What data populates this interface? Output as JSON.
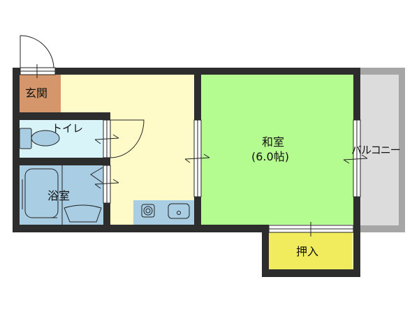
{
  "floorplan": {
    "rooms": {
      "genkan": {
        "label": "玄関",
        "color": "#d4966a"
      },
      "toilet": {
        "label": "トイレ",
        "color": "#d9f4f8"
      },
      "bath": {
        "label": "浴室",
        "color": "#a9cde3"
      },
      "kitchen": {
        "label": "",
        "color": "#fffbc8"
      },
      "washitsu": {
        "label": "和室",
        "size": "(6.0帖)",
        "color": "#b5fc90"
      },
      "oshiire": {
        "label": "押入",
        "color": "#f0ec5e"
      },
      "balcony": {
        "label": "バルコニー",
        "color": "#dcdcdc",
        "border_color": "#a6a6a6"
      }
    },
    "wall_color": "#2d2d2d",
    "fixture_color": "#a9cde3"
  }
}
